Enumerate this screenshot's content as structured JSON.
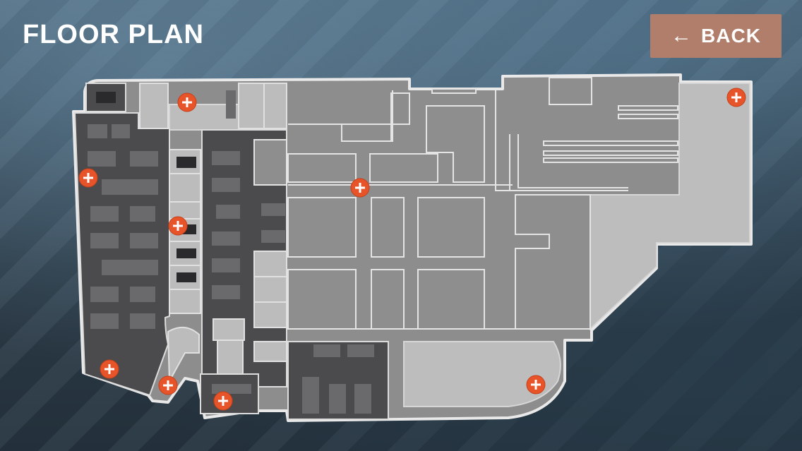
{
  "header": {
    "title": "FLOOR PLAN",
    "back_label": "BACK",
    "back_icon": "arrow-left-icon"
  },
  "colors": {
    "accent": "#b07e6a",
    "marker": "#e8542a",
    "room_light": "#b9b9b9",
    "room_mid": "#8e8e8e",
    "room_dark": "#4a4a4c"
  },
  "map": {
    "markers": [
      {
        "id": "marker-1",
        "icon": "plus-icon"
      },
      {
        "id": "marker-2",
        "icon": "plus-icon"
      },
      {
        "id": "marker-3",
        "icon": "plus-icon"
      },
      {
        "id": "marker-4",
        "icon": "plus-icon"
      },
      {
        "id": "marker-5",
        "icon": "plus-icon"
      },
      {
        "id": "marker-6",
        "icon": "plus-icon"
      },
      {
        "id": "marker-7",
        "icon": "plus-icon"
      },
      {
        "id": "marker-8",
        "icon": "plus-icon"
      },
      {
        "id": "marker-9",
        "icon": "plus-icon"
      }
    ]
  }
}
